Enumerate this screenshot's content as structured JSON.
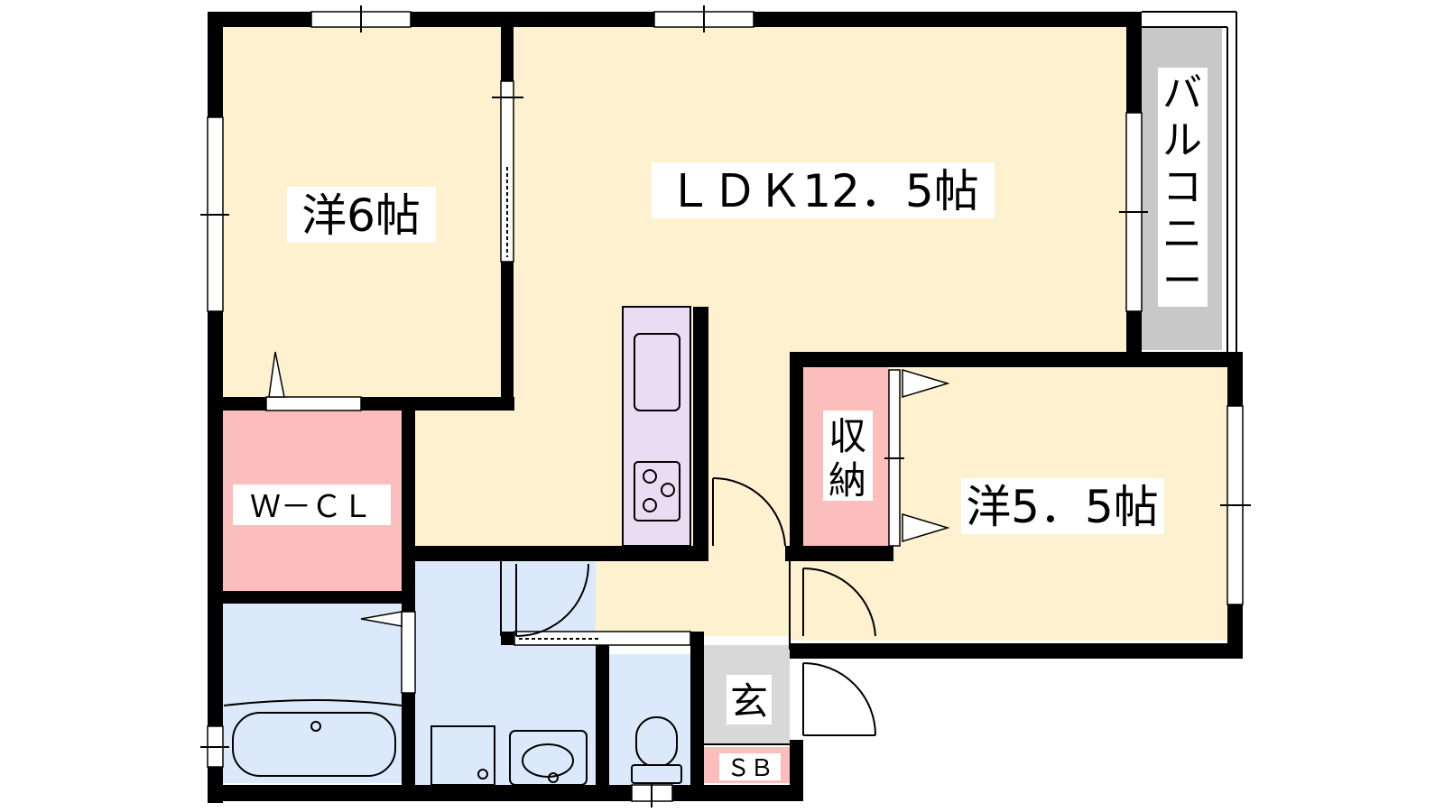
{
  "rooms": {
    "western_6": "洋6帖",
    "ldk": "ＬＤＫ12．5帖",
    "western_5_5": "洋5．5帖",
    "wcl": "Ｗ－ＣＬ",
    "storage_top": "収",
    "storage_bottom": "納",
    "entrance": "玄",
    "shoe_box": "ＳＢ"
  },
  "balcony": {
    "chars": [
      "バ",
      "ル",
      "コ",
      "ニ",
      "ー"
    ]
  },
  "colors": {
    "room_beige": "#fdf1cf",
    "closet_pink": "#fcbdbd",
    "wet_blue": "#dce9fa",
    "kitchen_lilac": "#eadcf3",
    "balcony_gray": "#c8c8c8",
    "entrance_gray": "#d8d8d8",
    "wall": "#000000"
  }
}
